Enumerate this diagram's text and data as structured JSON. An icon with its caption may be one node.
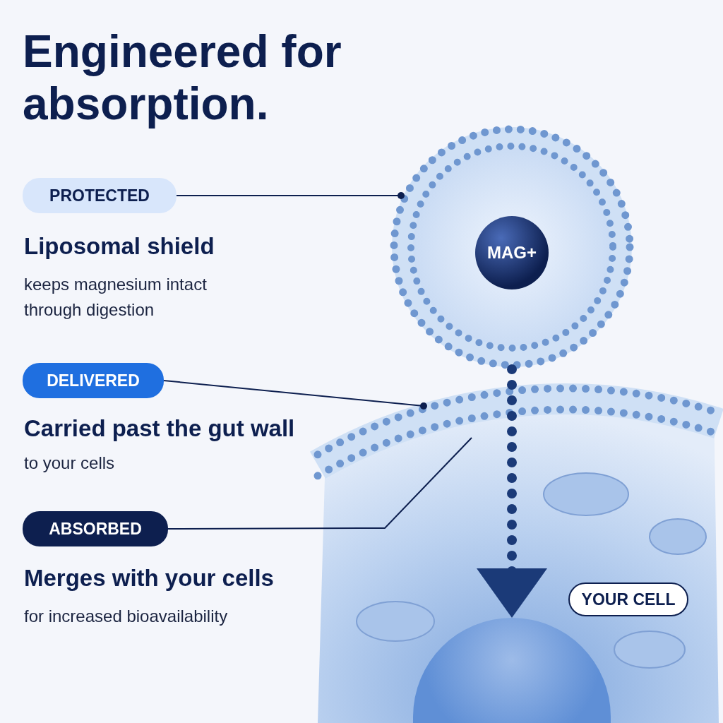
{
  "diagram": {
    "title": "Engineered for absorption.",
    "nodes": [
      {
        "text": [
          "PROTECTED"
        ]
      },
      {
        "text": [
          "DELIVERED"
        ]
      },
      {
        "text": [
          "ABSORBED"
        ]
      },
      {
        "text": [],
        "shape": "picture"
      },
      {
        "text": [
          "MAG+"
        ],
        "in": 3
      },
      {
        "text": [],
        "shape": "picture"
      },
      {
        "text": [
          "YOUR CELL"
        ],
        "in": 5
      },
      {
        "text": [],
        "shape": "circle",
        "in": 5
      }
    ],
    "edges": [
      {
        "from": 0,
        "to": 3,
        "arrow": "other"
      },
      {
        "from": 1,
        "to": 5,
        "arrow": "other"
      },
      {
        "from": 2,
        "to": 5,
        "arrow": "none"
      },
      {
        "from": 3,
        "to": 7,
        "arrow": "to",
        "style": "dashed",
        "color": "#1b3a78"
      }
    ],
    "labels": [
      "Liposomal shield",
      "keeps magnesium intact through digestion",
      "Carried past the gut wall",
      "to your cells",
      "Merges with your cells",
      "for increased bioavailability"
    ]
  }
}
